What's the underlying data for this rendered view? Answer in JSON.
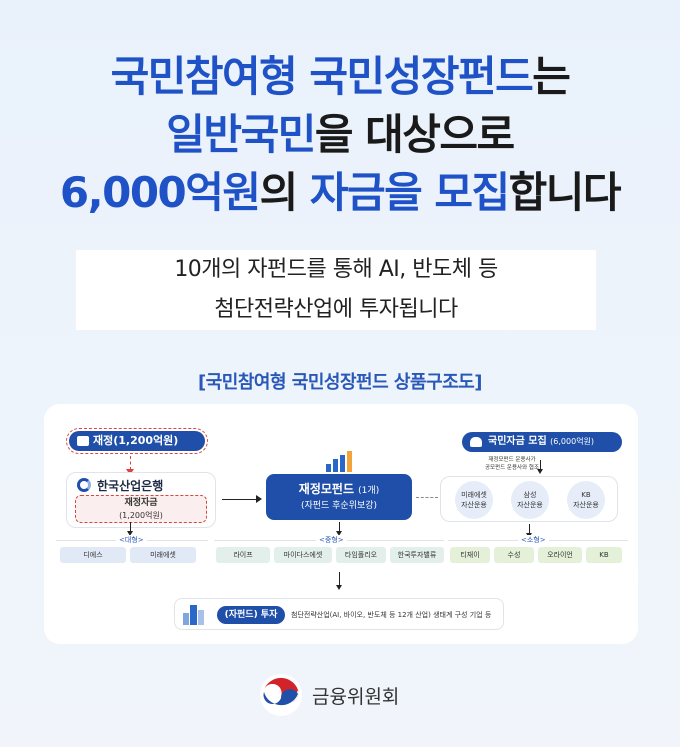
{
  "headline": {
    "line1": [
      {
        "text": "국민참여형 국민성장펀드",
        "color": "blue"
      },
      {
        "text": "는",
        "color": "dark"
      }
    ],
    "line2": [
      {
        "text": "일반국민",
        "color": "blue"
      },
      {
        "text": "을 대상으로",
        "color": "dark"
      }
    ],
    "line3": [
      {
        "text": "6,000억원",
        "color": "blue"
      },
      {
        "text": "의 ",
        "color": "dark"
      },
      {
        "text": "자금을 모집",
        "color": "blue"
      },
      {
        "text": "합니다",
        "color": "dark"
      }
    ]
  },
  "subtitle": {
    "line1": "10개의 자펀드를 통해 AI, 반도체 등",
    "line2": "첨단전략산업에 투자됩니다"
  },
  "diagram": {
    "title": "[국민참여형 국민성장펀드 상품구조도]",
    "fiscal_pill": "재정(1,200억원)",
    "bank_name": "한국산업은행",
    "bank_fund_label": "재정자금",
    "bank_fund_amount": "(1,200억원)",
    "main_fund_title": "재정모펀드",
    "main_fund_count": "(1개)",
    "main_fund_sub": "(자펀드 후순위보강)",
    "recruit_pill": "국민자금 모집",
    "recruit_amount": "(6,000억원)",
    "recruit_note_line1": "재정모펀드 운용사가",
    "recruit_note_line2": "공모펀드 운용사와 협조",
    "operators": [
      {
        "line1": "미래에셋",
        "line2": "자산운용"
      },
      {
        "line1": "삼성",
        "line2": "자산운용"
      },
      {
        "line1": "KB",
        "line2": "자산운용"
      }
    ],
    "groups": {
      "large": {
        "label": "<대형>",
        "chips": [
          "디에스",
          "미래에셋"
        ]
      },
      "medium": {
        "label": "<중형>",
        "chips": [
          "라이프",
          "마이다스에셋",
          "타임폴리오",
          "한국투자밸류"
        ]
      },
      "small": {
        "label": "<소형>",
        "chips": [
          "티재이",
          "수성",
          "오라이언",
          "KB"
        ]
      }
    },
    "invest_pill": "(자펀드) 투자",
    "invest_text": "첨단전략산업(AI, 바이오, 반도체 등 12개 산업) 생태계 구성 기업 등",
    "colors": {
      "primary": "#1f4fa8",
      "accent_red": "#d9453f",
      "headline_blue": "#1f52c7"
    }
  },
  "footer": {
    "org_name": "금융위원회",
    "emblem": "taegeuk-emblem-icon"
  }
}
